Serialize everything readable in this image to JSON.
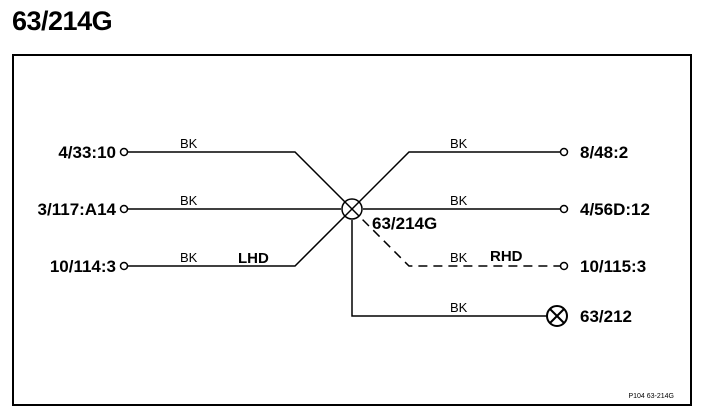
{
  "title": "63/214G",
  "splice": {
    "label": "63/214G"
  },
  "connectors": {
    "left_top": "4/33:10",
    "left_mid": "3/117:A14",
    "left_bot": "10/114:3",
    "right_top": "8/48:2",
    "right_mid": "4/56D:12",
    "right_rhd": "10/115:3",
    "ground": "63/212"
  },
  "wires": {
    "left_top_color": "BK",
    "left_mid_color": "BK",
    "left_bot_color": "BK",
    "right_top_color": "BK",
    "right_mid_color": "BK",
    "right_rhd_color": "BK",
    "ground_color": "BK"
  },
  "tags": {
    "lhd": "LHD",
    "rhd": "RHD"
  },
  "reference": "P104  63-214G"
}
